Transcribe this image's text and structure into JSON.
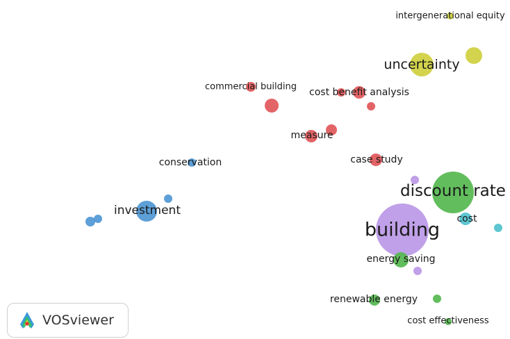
{
  "colors": {
    "red": "#e15759",
    "yellow": "#cfcf3f",
    "blue": "#4f97d4",
    "green": "#55b84f",
    "purple": "#bb98e6",
    "cyan": "#4fc1cd"
  },
  "map": {
    "nodes": [
      {
        "id": "intergenerational-equity",
        "label": "intergenerational equity",
        "cluster": "yellow",
        "weight": 5
      },
      {
        "id": "uncertainty",
        "label": "uncertainty",
        "cluster": "yellow",
        "weight": 17
      },
      {
        "id": "uncertainty-b",
        "label": "",
        "cluster": "yellow",
        "weight": 12
      },
      {
        "id": "commercial-building",
        "label": "commercial building",
        "cluster": "red",
        "weight": 7
      },
      {
        "id": "cost-benefit-analysis",
        "label": "cost benefit analysis",
        "cluster": "red",
        "weight": 9
      },
      {
        "id": "red-small-1",
        "label": "",
        "cluster": "red",
        "weight": 6
      },
      {
        "id": "red-small-2",
        "label": "",
        "cluster": "red",
        "weight": 6
      },
      {
        "id": "red-medium",
        "label": "",
        "cluster": "red",
        "weight": 10
      },
      {
        "id": "measure",
        "label": "measure",
        "cluster": "red",
        "weight": 9
      },
      {
        "id": "red-measure-b",
        "label": "",
        "cluster": "red",
        "weight": 8
      },
      {
        "id": "case-study",
        "label": "case study",
        "cluster": "red",
        "weight": 9
      },
      {
        "id": "conservation",
        "label": "conservation",
        "cluster": "blue",
        "weight": 6
      },
      {
        "id": "investment",
        "label": "investment",
        "cluster": "blue",
        "weight": 15
      },
      {
        "id": "blue-small-1",
        "label": "",
        "cluster": "blue",
        "weight": 6
      },
      {
        "id": "blue-small-2",
        "label": "",
        "cluster": "blue",
        "weight": 7
      },
      {
        "id": "blue-small-3",
        "label": "",
        "cluster": "blue",
        "weight": 6
      },
      {
        "id": "discount-rate",
        "label": "discount rate",
        "cluster": "green",
        "weight": 30
      },
      {
        "id": "cost",
        "label": "cost",
        "cluster": "cyan",
        "weight": 9
      },
      {
        "id": "cyan-small",
        "label": "",
        "cluster": "cyan",
        "weight": 6
      },
      {
        "id": "building",
        "label": "building",
        "cluster": "purple",
        "weight": 38
      },
      {
        "id": "purple-small-1",
        "label": "",
        "cluster": "purple",
        "weight": 6
      },
      {
        "id": "purple-small-2",
        "label": "",
        "cluster": "purple",
        "weight": 6
      },
      {
        "id": "energy-saving",
        "label": "energy saving",
        "cluster": "green",
        "weight": 11
      },
      {
        "id": "renewable-energy",
        "label": "renewable energy",
        "cluster": "green",
        "weight": 8
      },
      {
        "id": "green-small",
        "label": "",
        "cluster": "green",
        "weight": 6
      },
      {
        "id": "cost-effectiveness",
        "label": "cost effectiveness",
        "cluster": "green",
        "weight": 5
      }
    ]
  },
  "logo": {
    "icon": "vosviewer-logo-icon",
    "text": "VOSviewer"
  }
}
